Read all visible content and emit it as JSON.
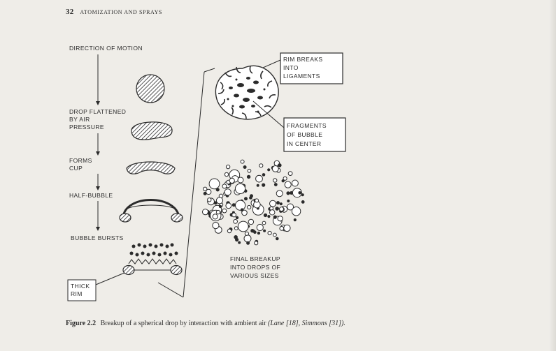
{
  "header": {
    "page_number": "32",
    "running_title": "ATOMIZATION AND SPRAYS"
  },
  "figure": {
    "stage_labels": {
      "direction": "DIRECTION OF MOTION",
      "flattened_1": "DROP FLATTENED",
      "flattened_2": "BY AIR",
      "flattened_3": "PRESSURE",
      "cup_1": "FORMS",
      "cup_2": "CUP",
      "half_bubble": "HALF-BUBBLE",
      "bursts": "BUBBLE BURSTS",
      "thick_rim_1": "THICK",
      "thick_rim_2": "RIM"
    },
    "callouts": {
      "rim_1": "RIM BREAKS",
      "rim_2": "INTO",
      "rim_3": "LIGAMENTS",
      "frag_1": "FRAGMENTS",
      "frag_2": "OF BUBBLE",
      "frag_3": "IN CENTER"
    },
    "final_label": {
      "line1": "FINAL BREAKUP",
      "line2": "INTO DROPS OF",
      "line3": "VARIOUS SIZES"
    }
  },
  "caption": {
    "number": "Figure 2.2",
    "text": "Breakup of a spherical drop by interaction with ambient air",
    "refs": "(Lane [18], Simmons [31])."
  }
}
